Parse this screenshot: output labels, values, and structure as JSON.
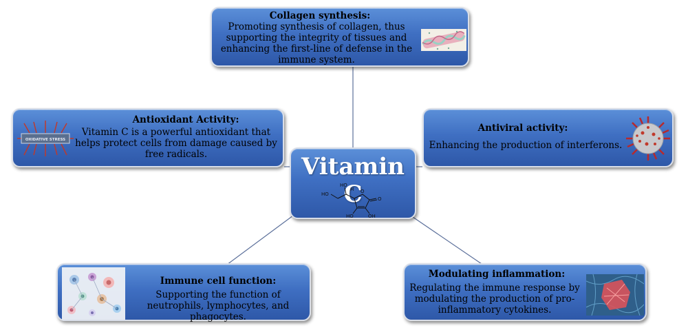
{
  "center": {
    "title": "Vitamin C",
    "structure_labels": [
      "HO",
      "H",
      "HO",
      "O",
      "O",
      "HO",
      "OH"
    ]
  },
  "boxes": {
    "collagen": {
      "title": "Collagen synthesis:",
      "text": "Promoting synthesis of collagen, thus supporting the integrity of tissues and enhancing the first-line of defense in the immune system."
    },
    "antioxidant": {
      "title": "Antioxidant Activity:",
      "text": "Vitamin C is a powerful antioxidant that helps protect cells from damage caused by free radicals.",
      "image_text": "OXIDATIVE STRESS"
    },
    "antiviral": {
      "title": "Antiviral activity:",
      "text": "Enhancing the production of interferons."
    },
    "immune": {
      "title": "Immune cell function:",
      "text": "Supporting the function of neutrophils, lymphocytes, and phagocytes."
    },
    "inflammation": {
      "title": "Modulating inflammation:",
      "text": "Regulating the immune response by modulating the production of pro-inflammatory cytokines."
    }
  },
  "colors": {
    "box_fill": "#3f6fc2",
    "box_border": "#d9dee8",
    "connector": "#5b6f9a"
  }
}
